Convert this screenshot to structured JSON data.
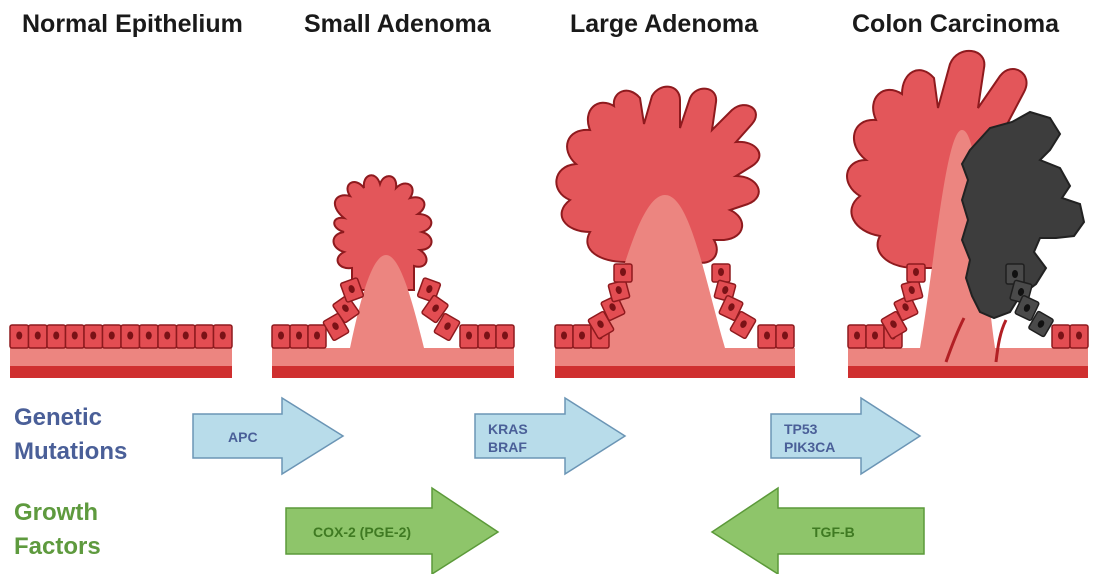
{
  "stages": [
    {
      "title": "Normal Epithelium"
    },
    {
      "title": "Small Adenoma"
    },
    {
      "title": "Large Adenoma"
    },
    {
      "title": "Colon Carcinoma"
    }
  ],
  "rows": {
    "genetic": {
      "line1": "Genetic",
      "line2": "Mutations",
      "color": "#4a5f98"
    },
    "growth": {
      "line1": "Growth",
      "line2": "Factors",
      "color": "#5e9a3e"
    }
  },
  "genetic_arrows": [
    {
      "line1": "APC",
      "line2": ""
    },
    {
      "line1": "KRAS",
      "line2": "BRAF"
    },
    {
      "line1": "TP53",
      "line2": "PIK3CA"
    }
  ],
  "growth_arrows": [
    {
      "label": "COX-2 (PGE-2)",
      "direction": "right"
    },
    {
      "label": "TGF-B",
      "direction": "left"
    }
  ],
  "colors": {
    "tissue": "#e3565a",
    "tissue_outline": "#8e1a1e",
    "stroma": "#ec8580",
    "basement": "#cf2f2f",
    "cell_fill": "#e34d52",
    "nucleus": "#7a1216",
    "tumor": "#3d3d3d",
    "tumor_cell": "#4a4a4a",
    "genetic_arrow_fill": "#b8dcea",
    "genetic_arrow_stroke": "#6b95b5",
    "growth_arrow_fill": "#8ec56a",
    "growth_arrow_stroke": "#5c9a3a"
  }
}
